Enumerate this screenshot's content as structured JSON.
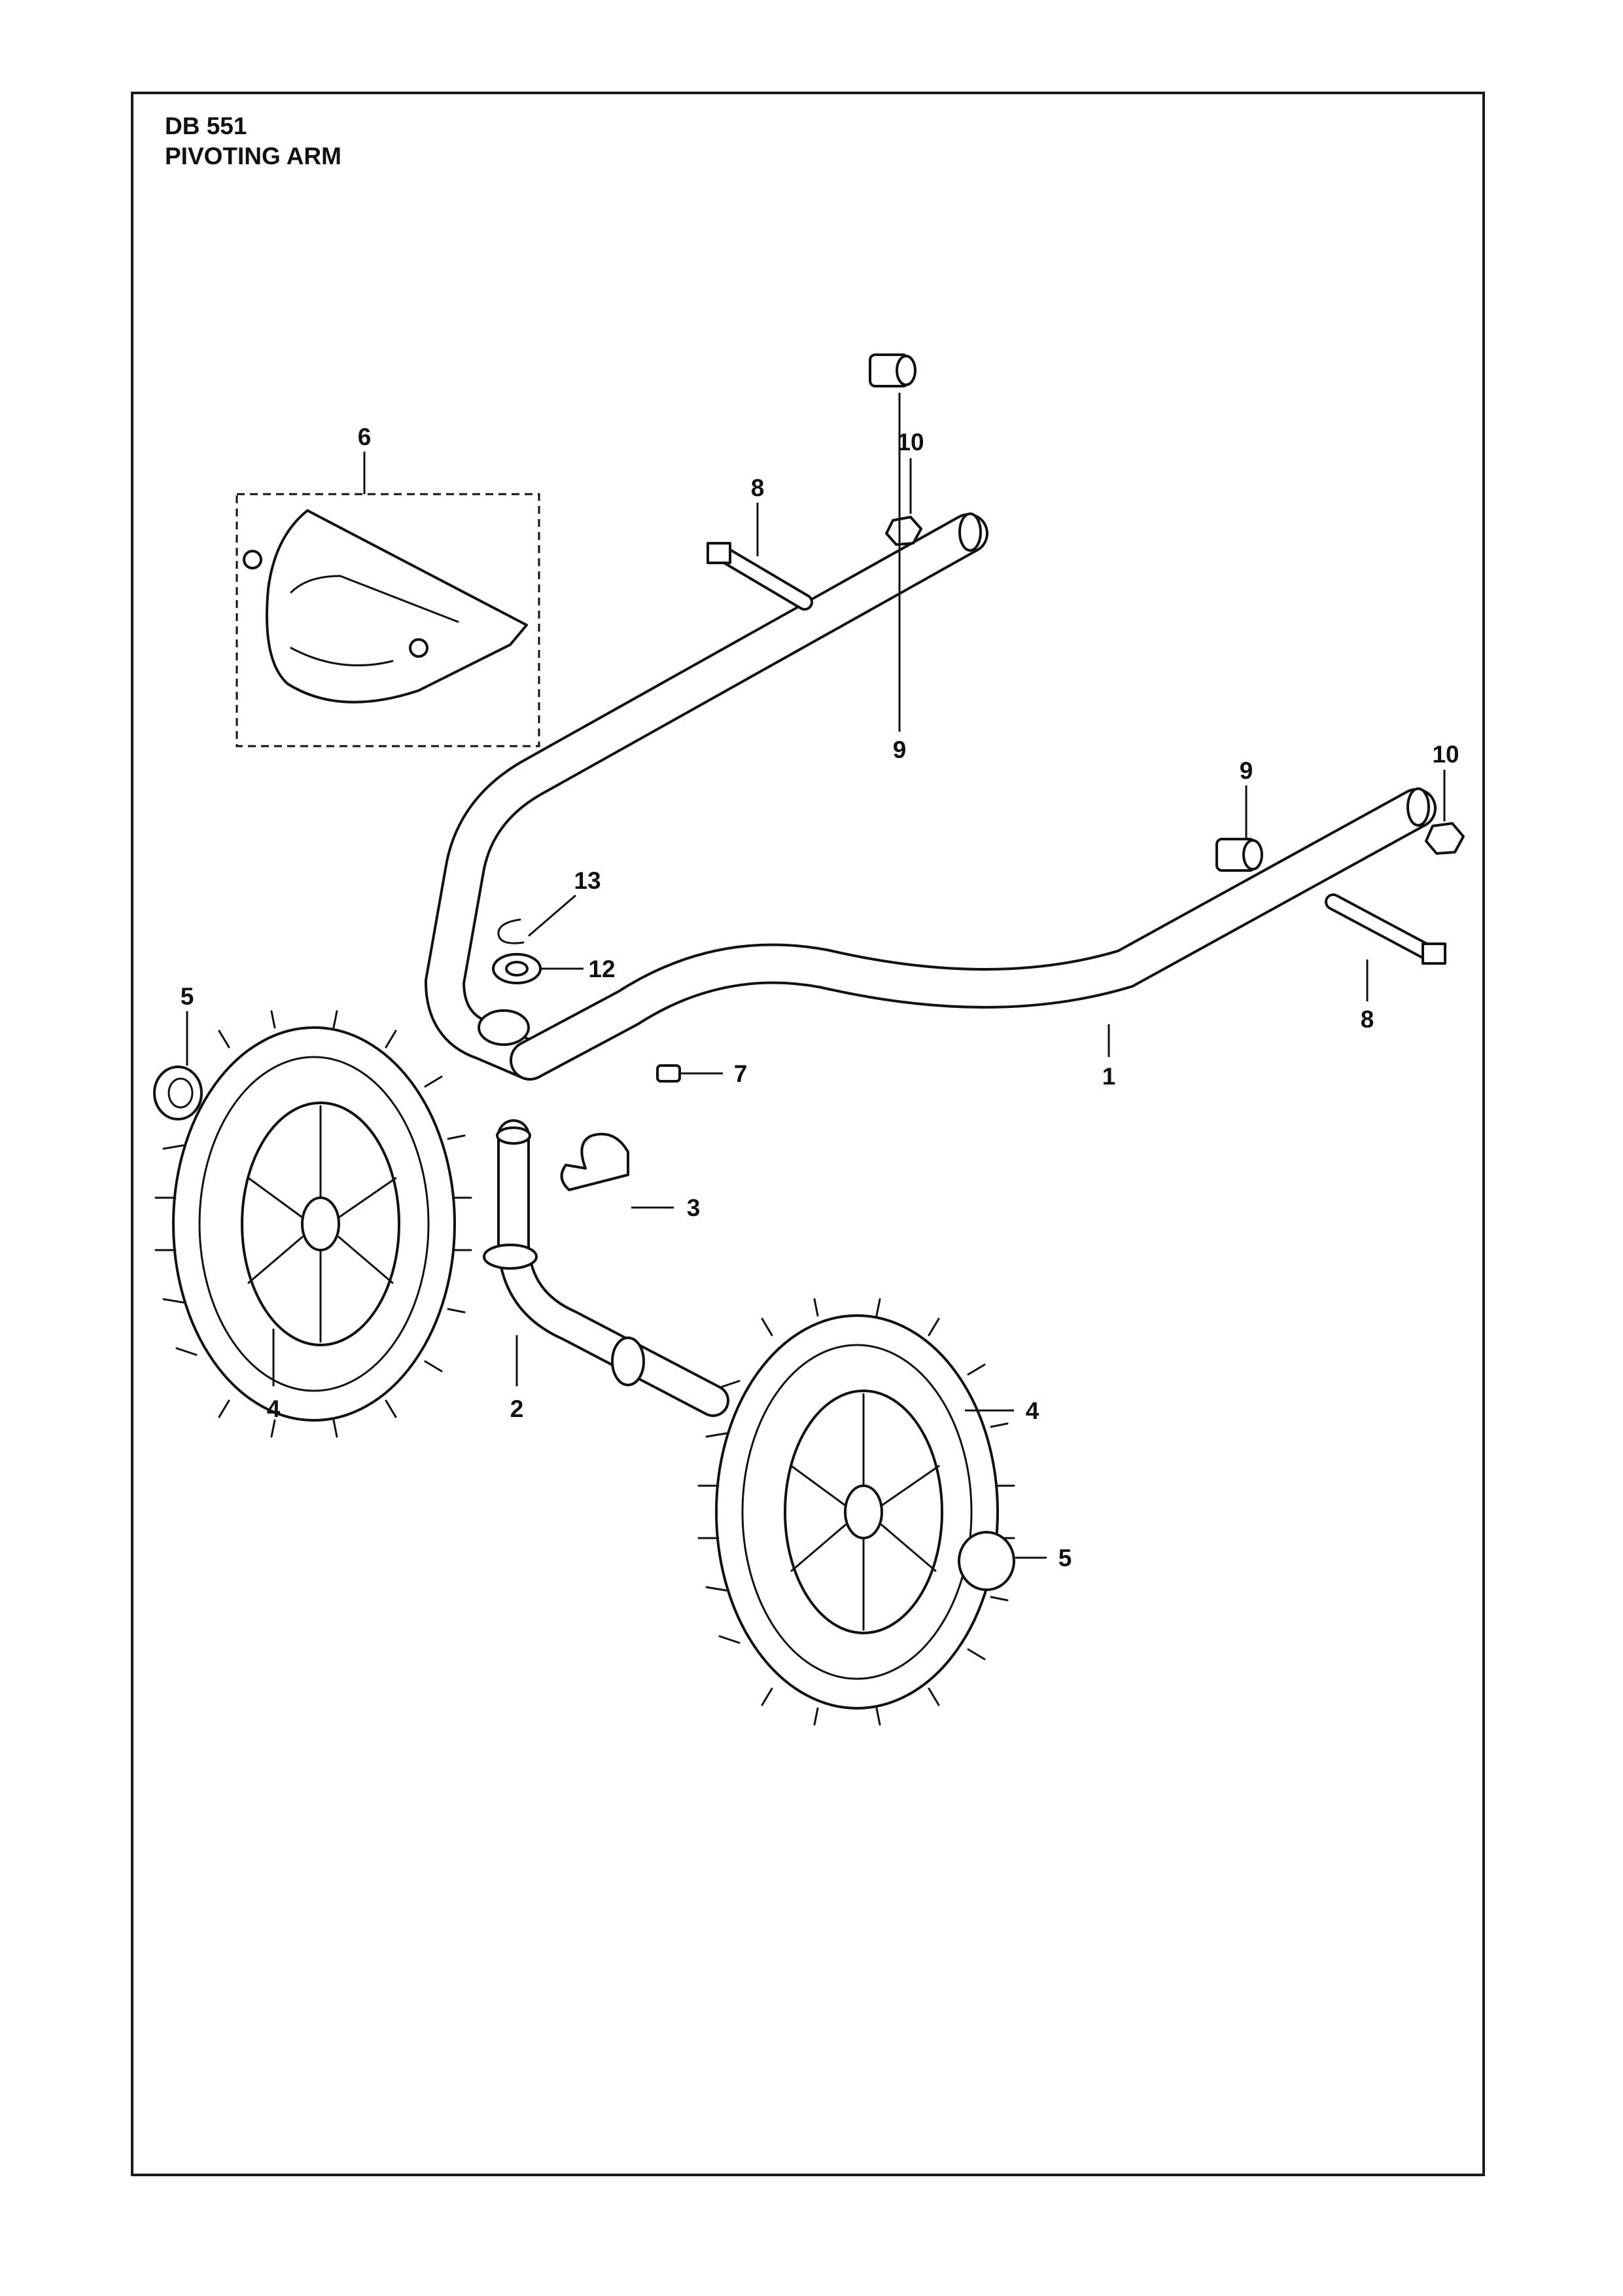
{
  "header": {
    "model": "DB 551",
    "section": "PIVOTING ARM"
  },
  "callouts": {
    "c6": "6",
    "c10a": "10",
    "c8a": "8",
    "c9a": "9",
    "c10b": "10",
    "c9b": "9",
    "c13": "13",
    "c12": "12",
    "c5a": "5",
    "c8b": "8",
    "c7": "7",
    "c1": "1",
    "c3": "3",
    "c4a": "4",
    "c2": "2",
    "c4b": "4",
    "c5b": "5"
  }
}
